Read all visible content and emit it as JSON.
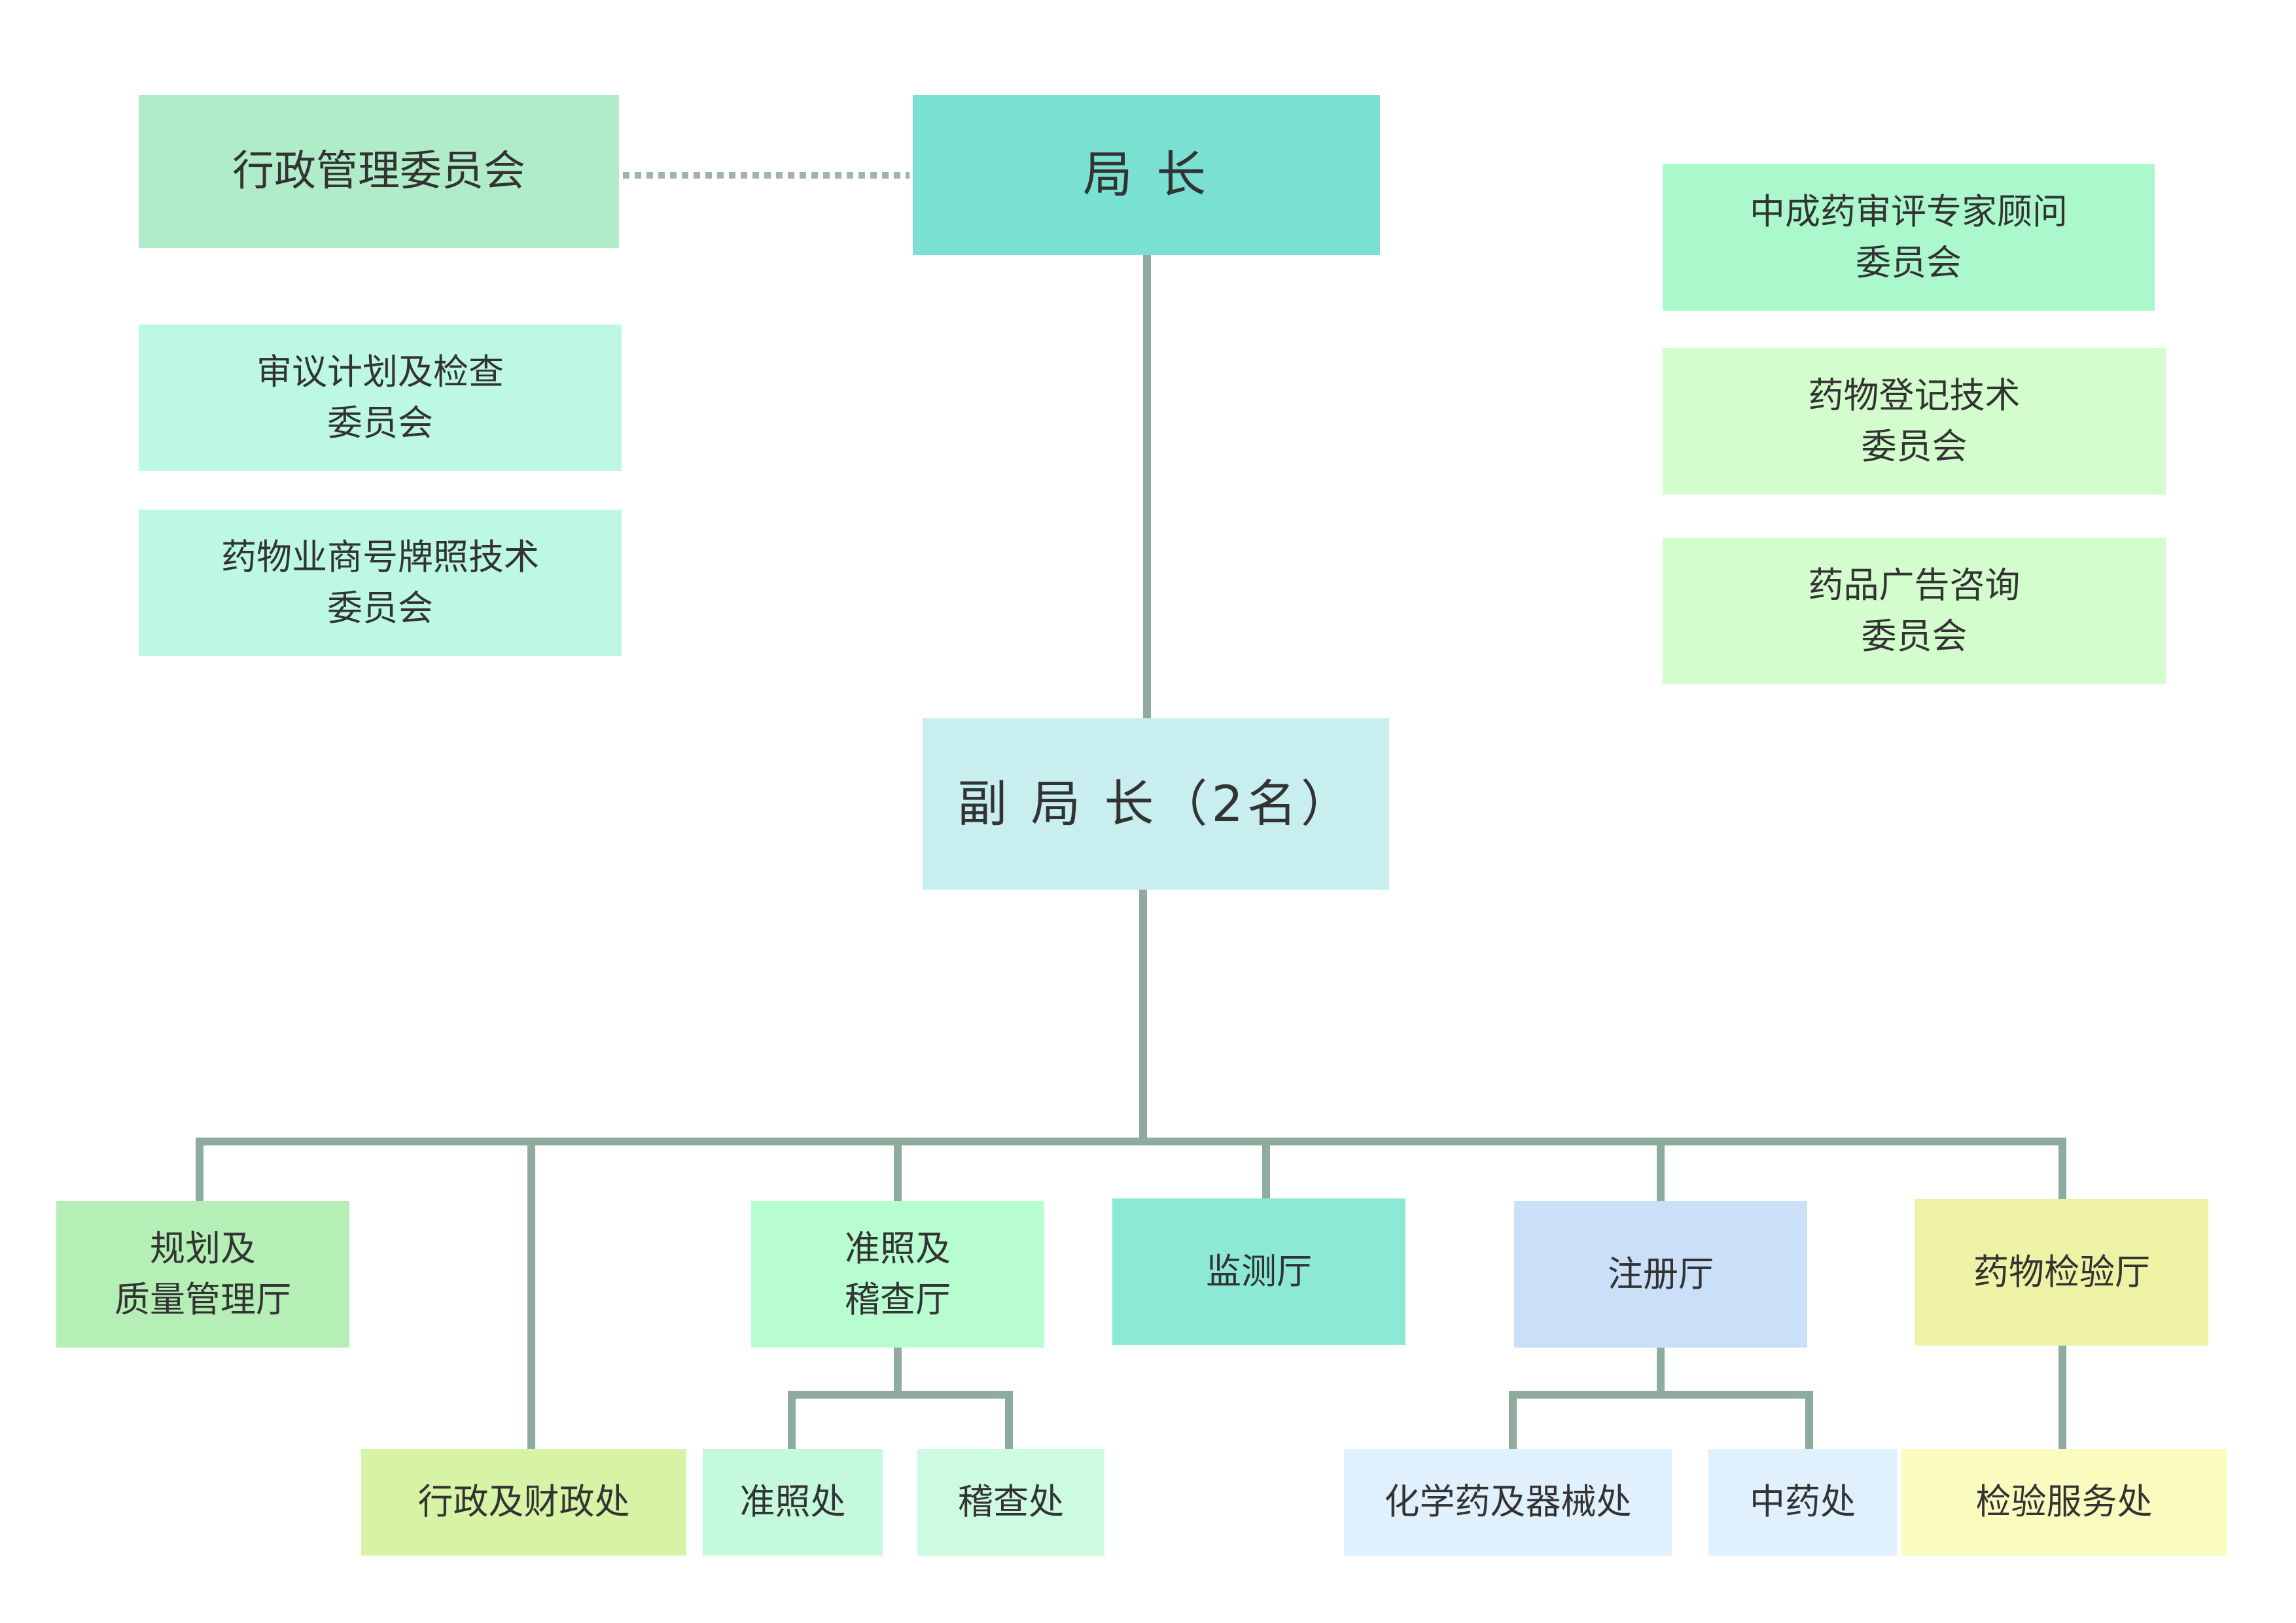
{
  "colors": {
    "connector": "#8fab9e",
    "dotted": "#9fb5ab"
  },
  "nodes": {
    "admin_committee": {
      "label": "行政管理委员会",
      "color": "#b1ecc9"
    },
    "director": {
      "label": "局 长",
      "color": "#7ae0d2"
    },
    "deputy": {
      "label": "副 局 长（2名）",
      "color": "#c9eef0"
    },
    "review_committee": {
      "line1": "审议计划及检查",
      "line2": "委员会",
      "color": "#bdf8e4"
    },
    "trade_committee": {
      "line1": "药物业商号牌照技术",
      "line2": "委员会",
      "color": "#bdf8e4"
    },
    "tcm_committee": {
      "line1": "中成药审评专家顾问",
      "line2": "委员会",
      "color": "#aaf8cb"
    },
    "registration_committee": {
      "line1": "药物登记技术",
      "line2": "委员会",
      "color": "#d3fdcc"
    },
    "ad_committee": {
      "line1": "药品广告咨询",
      "line2": "委员会",
      "color": "#d3fdcc"
    },
    "planning_dept": {
      "line1": "规划及",
      "line2": "质量管理厅",
      "color": "#b5efb5"
    },
    "licensing_dept": {
      "line1": "准照及",
      "line2": "稽查厅",
      "color": "#b7fdcf"
    },
    "monitoring_dept": {
      "label": "监测厅",
      "color": "#8ce9d5"
    },
    "register_dept": {
      "label": "注册厅",
      "color": "#cadff8"
    },
    "testing_dept": {
      "label": "药物检验厅",
      "color": "#eef2a4"
    },
    "admin_finance": {
      "label": "行政及财政处",
      "color": "#d6f3a6"
    },
    "license_office": {
      "label": "准照处",
      "color": "#c5f9de"
    },
    "inspection_office": {
      "label": "稽查处",
      "color": "#ccfbe2"
    },
    "chemical_office": {
      "label": "化学药及器械处",
      "color": "#e1f0fd"
    },
    "tcm_office": {
      "label": "中药处",
      "color": "#e1f0fd"
    },
    "testing_office": {
      "label": "检验服务处",
      "color": "#fafcbf"
    }
  }
}
